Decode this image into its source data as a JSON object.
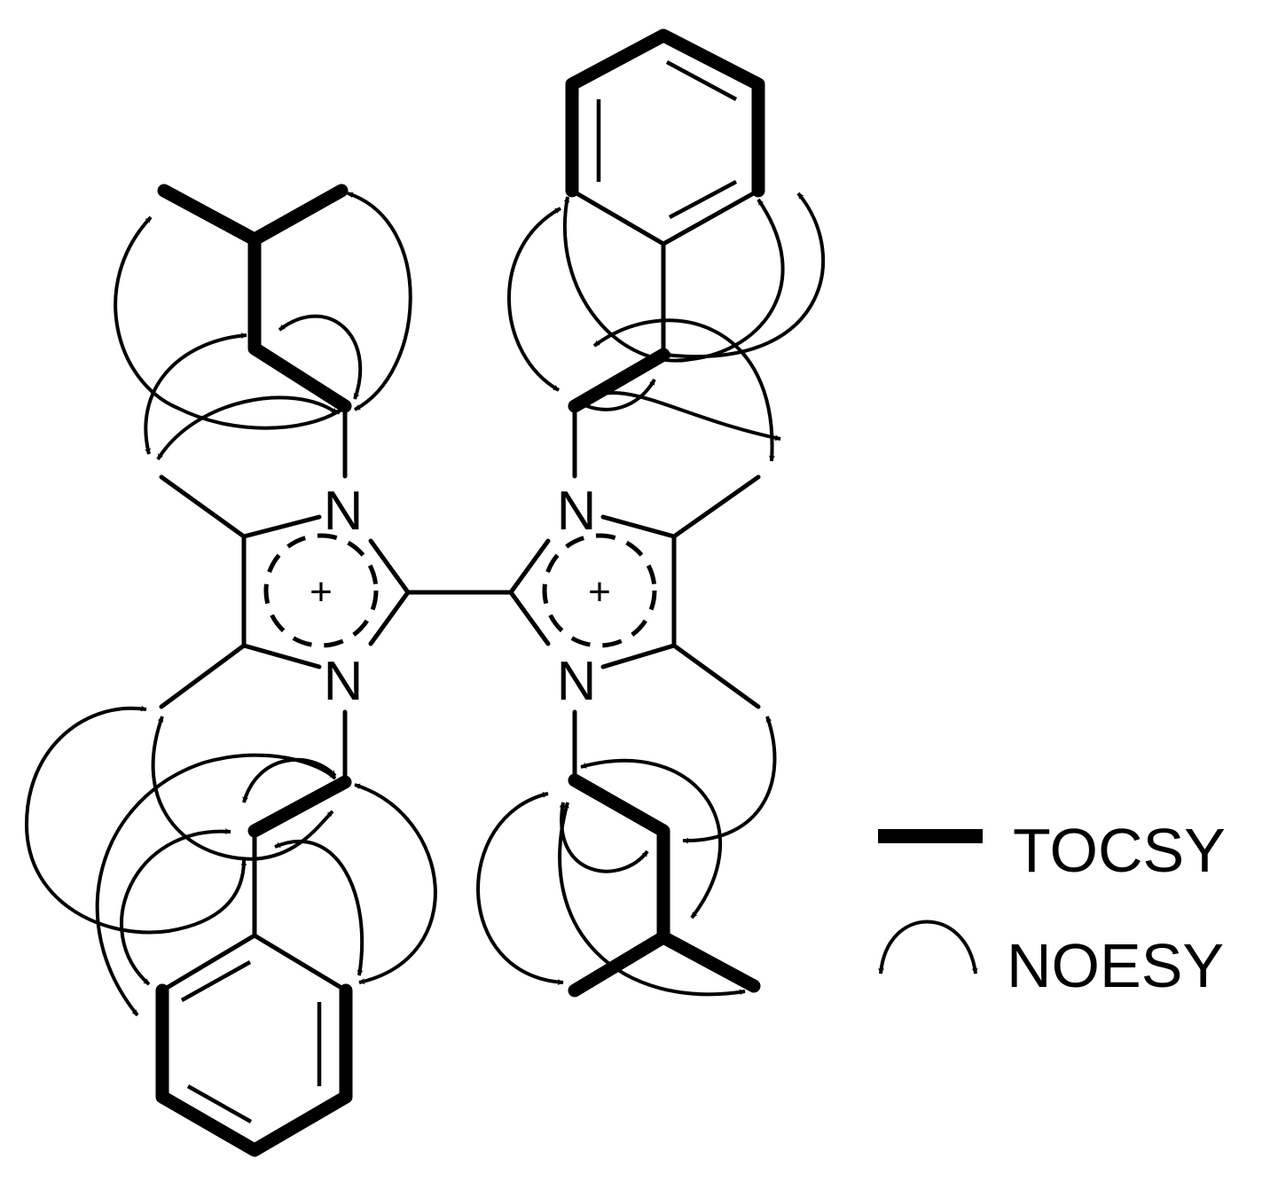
{
  "diagram": {
    "atoms": {
      "n_left_top": "N",
      "n_left_bottom": "N",
      "n_right_top": "N",
      "n_right_bottom": "N",
      "charge_left": "+",
      "charge_right": "+"
    },
    "legend": {
      "tocsy_label": "TOCSY",
      "noesy_label": "NOESY"
    }
  }
}
